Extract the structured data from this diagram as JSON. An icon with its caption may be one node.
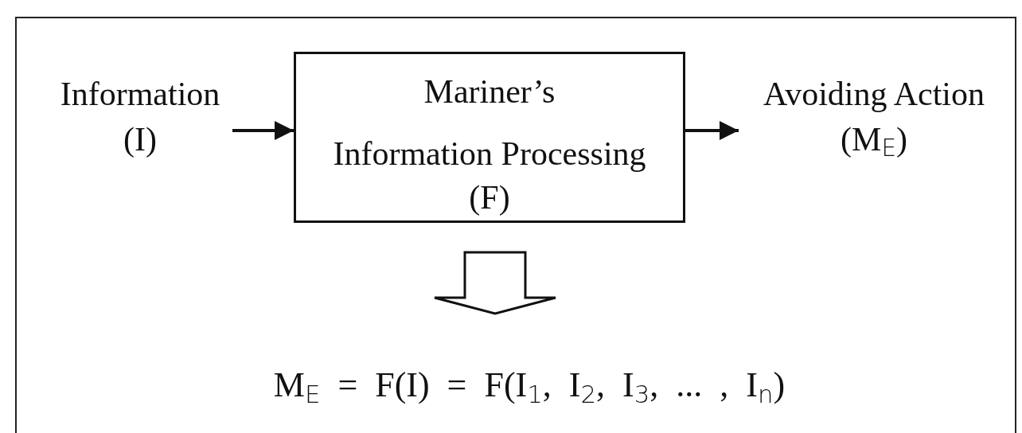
{
  "diagram": {
    "nodes": [
      {
        "text": [
          "Information (I)"
        ]
      },
      {
        "text": [
          "Mariner’s",
          "Information Processing",
          "(F)"
        ]
      },
      {
        "text": [
          "Avoiding Action (M$_{E}$)"
        ]
      },
      {
        "text": [
          "M$_{E}$ = F(I) = F(I$_{1}$, I$_{2}$, I$_{3}$, ... , I$_{n}$)"
        ]
      }
    ],
    "edges": [
      {
        "from": 0,
        "to": 1,
        "arrow": "to"
      },
      {
        "from": 1,
        "to": 2,
        "arrow": "to"
      },
      {
        "from": 1,
        "to": 3,
        "arrow": "to",
        "style": "thick"
      }
    ]
  }
}
